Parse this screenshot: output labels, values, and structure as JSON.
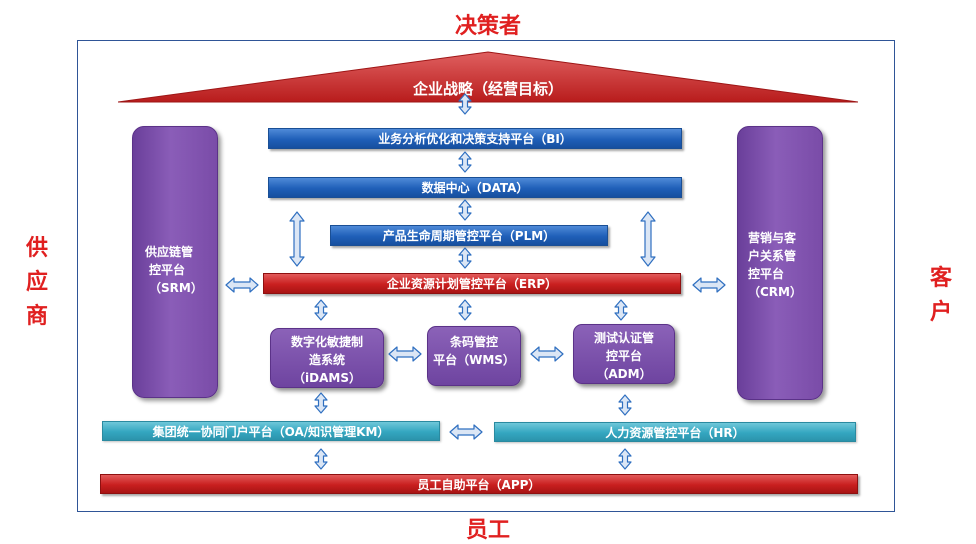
{
  "labels": {
    "top": "决策者",
    "bottom": "员工",
    "left": [
      "供",
      "应",
      "商"
    ],
    "right": [
      "客",
      "户"
    ]
  },
  "roof": {
    "text": "企业战略（经营目标）",
    "color": "#c52a2a"
  },
  "bars": {
    "bi": "业务分析优化和决策支持平台（BI）",
    "data": "数据中心（DATA）",
    "plm": "产品生命周期管控平台（PLM）",
    "erp": "企业资源计划管控平台（ERP）",
    "oa": "集团统一协同门户平台（OA/知识管理KM）",
    "hr": "人力资源管控平台（HR）",
    "app": "员工自助平台（APP）"
  },
  "pillars": {
    "srm": [
      "供应链管",
      "控平台",
      "（SRM）"
    ],
    "crm": [
      "营销与客",
      "户关系管",
      "控平台",
      "（CRM）"
    ]
  },
  "modules": {
    "idams": [
      "数字化敏捷制",
      "造系统",
      "（iDAMS）"
    ],
    "wms": [
      "条码管控",
      "平台（WMS）"
    ],
    "adm": [
      "测试认证管",
      "控平台",
      "（ADM）"
    ]
  },
  "colors": {
    "blue": "#1f5fb8",
    "red": "#c91f1f",
    "teal": "#34a6c0",
    "purple": "#7a4ca8",
    "label_red": "#e02020",
    "arrow_fill": "#dbe6f5",
    "arrow_stroke": "#2f6fc0"
  }
}
